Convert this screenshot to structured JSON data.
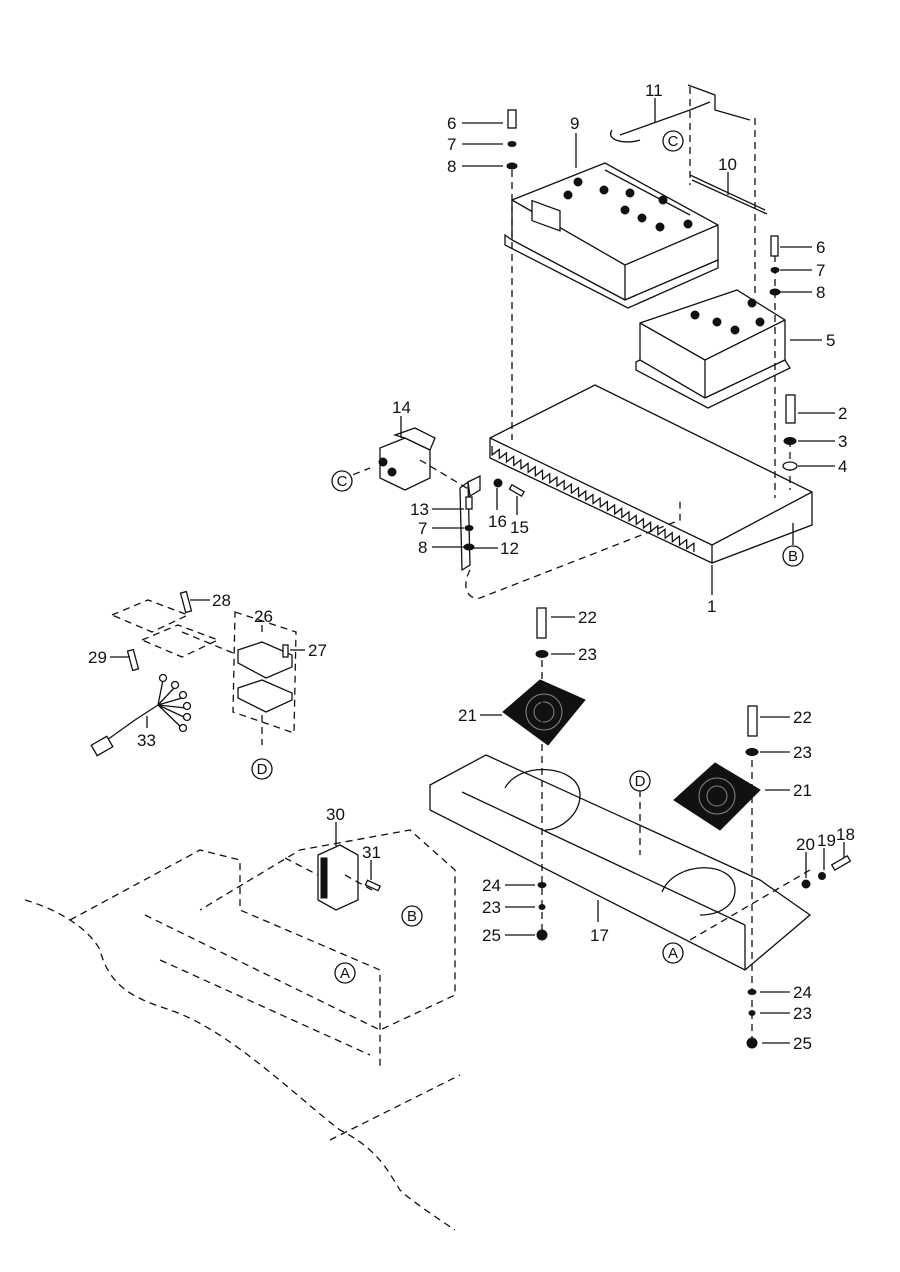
{
  "diagram": {
    "type": "exploded-parts-diagram",
    "callouts": [
      {
        "id": "c1",
        "number": "1"
      },
      {
        "id": "c2",
        "number": "2"
      },
      {
        "id": "c3",
        "number": "3"
      },
      {
        "id": "c4",
        "number": "4"
      },
      {
        "id": "c5",
        "number": "5"
      },
      {
        "id": "c6a",
        "number": "6"
      },
      {
        "id": "c6b",
        "number": "6"
      },
      {
        "id": "c7a",
        "number": "7"
      },
      {
        "id": "c7b",
        "number": "7"
      },
      {
        "id": "c7c",
        "number": "7"
      },
      {
        "id": "c8a",
        "number": "8"
      },
      {
        "id": "c8b",
        "number": "8"
      },
      {
        "id": "c8c",
        "number": "8"
      },
      {
        "id": "c9",
        "number": "9"
      },
      {
        "id": "c10",
        "number": "10"
      },
      {
        "id": "c11",
        "number": "11"
      },
      {
        "id": "c12",
        "number": "12"
      },
      {
        "id": "c13",
        "number": "13"
      },
      {
        "id": "c14",
        "number": "14"
      },
      {
        "id": "c15",
        "number": "15"
      },
      {
        "id": "c16",
        "number": "16"
      },
      {
        "id": "c17",
        "number": "17"
      },
      {
        "id": "c18",
        "number": "18"
      },
      {
        "id": "c19",
        "number": "19"
      },
      {
        "id": "c20",
        "number": "20"
      },
      {
        "id": "c21a",
        "number": "21"
      },
      {
        "id": "c21b",
        "number": "21"
      },
      {
        "id": "c22a",
        "number": "22"
      },
      {
        "id": "c22b",
        "number": "22"
      },
      {
        "id": "c23a",
        "number": "23"
      },
      {
        "id": "c23b",
        "number": "23"
      },
      {
        "id": "c23c",
        "number": "23"
      },
      {
        "id": "c23d",
        "number": "23"
      },
      {
        "id": "c24a",
        "number": "24"
      },
      {
        "id": "c24b",
        "number": "24"
      },
      {
        "id": "c25a",
        "number": "25"
      },
      {
        "id": "c25b",
        "number": "25"
      },
      {
        "id": "c26",
        "number": "26"
      },
      {
        "id": "c27",
        "number": "27"
      },
      {
        "id": "c28",
        "number": "28"
      },
      {
        "id": "c29",
        "number": "29"
      },
      {
        "id": "c30",
        "number": "30"
      },
      {
        "id": "c31",
        "number": "31"
      },
      {
        "id": "c33",
        "number": "33"
      }
    ],
    "references": {
      "A": "A",
      "B": "B",
      "C": "C",
      "D": "D"
    }
  }
}
